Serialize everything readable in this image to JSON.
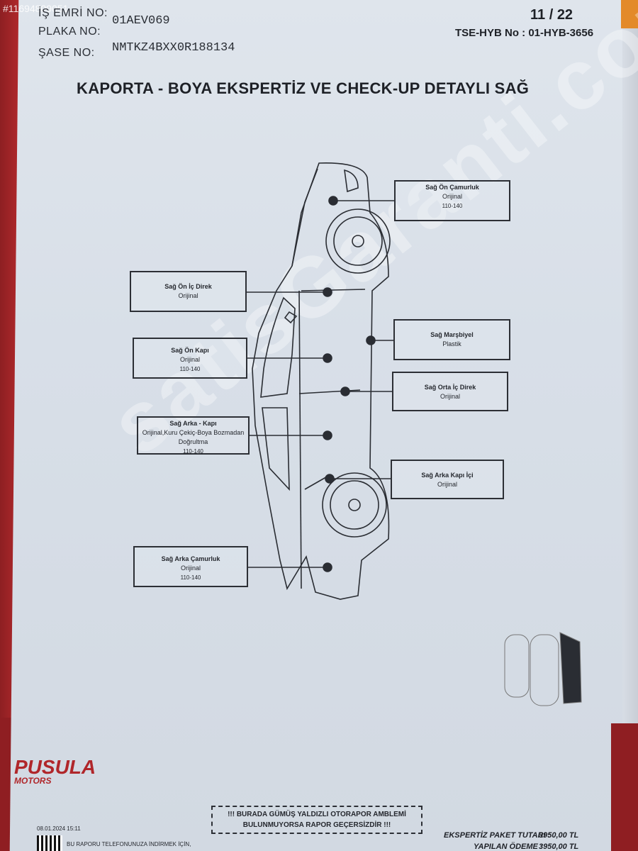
{
  "header": {
    "watermark_id": "#11694809051",
    "is_emri_label": "İŞ EMRİ NO:",
    "plaka_label": "PLAKA NO:",
    "plaka_value": "01AEV069",
    "sase_label": "ŞASE NO:",
    "sase_value": "NMTKZ4BXX0R188134",
    "page": "11 / 22",
    "tse": "TSE-HYB No : 01-HYB-3656"
  },
  "title": "KAPORTA - BOYA EKSPERTİZ VE CHECK-UP DETAYLI SAĞ",
  "parts": [
    {
      "key": "on-camurluk",
      "title": "Sağ Ön Çamurluk",
      "status": "Orijinal",
      "range": "110-140"
    },
    {
      "key": "on-ic-direk",
      "title": "Sağ Ön İç Direk",
      "status": "Orijinal",
      "range": ""
    },
    {
      "key": "marspiyel",
      "title": "Sağ Marşbiyel",
      "status": "Plastik",
      "range": ""
    },
    {
      "key": "on-kapi",
      "title": "Sağ Ön Kapı",
      "status": "Orijinal",
      "range": "110-140"
    },
    {
      "key": "orta-ic-direk",
      "title": "Sağ Orta İç Direk",
      "status": "Orijinal",
      "range": ""
    },
    {
      "key": "arka-kapi",
      "title": "Sağ Arka - Kapı",
      "status": "Orijinal,Kuru Çekiç-Boya Bozmadan Doğrultma",
      "range": "110-140"
    },
    {
      "key": "arka-kapi-ici",
      "title": "Sağ Arka Kapı İçi",
      "status": "Orijinal",
      "range": ""
    },
    {
      "key": "arka-camurluk",
      "title": "Sağ Arka Çamurluk",
      "status": "Orijinal",
      "range": "110-140"
    }
  ],
  "watermark_text": "satisGaranti.com",
  "bottom_note": {
    "line1": "!!! BURADA GÜMÜŞ YALDIZLI OTORAPOR AMBLEMİ",
    "line2": "BULUNMUYORSA RAPOR GEÇERSİZDİR !!!"
  },
  "prices": {
    "paket_label": "EKSPERTİZ PAKET TUTARI :",
    "paket_value": "3950,00 TL",
    "odeme_label": "YAPILAN ÖDEME :",
    "odeme_value": "3950,00 TL"
  },
  "logo": {
    "name": "PUSULA",
    "sub": "MOTORS"
  },
  "footer": {
    "date": "08.01.2024 15:11",
    "qr_note": "BU RAPORU TELEFONUNUZA İNDİRMEK İÇİN,"
  },
  "colors": {
    "paper": "#dfe5ec",
    "brand_red": "#b0262a",
    "ink": "#1e2127"
  }
}
